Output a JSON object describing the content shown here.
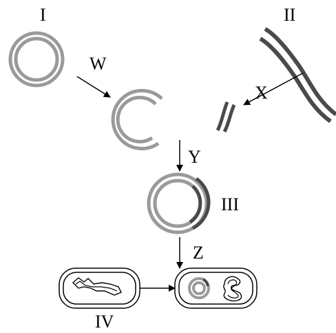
{
  "labels": {
    "plasmid": "I",
    "foreign_dna": "II",
    "recombinant": "III",
    "host_cell": "IV",
    "step_w": "W",
    "step_x": "X",
    "step_y": "Y",
    "step_z": "Z"
  },
  "colors": {
    "plasmid_gray": "#9a9a9a",
    "foreign_dna_dark": "#4a4a4a",
    "line": "#000000"
  }
}
